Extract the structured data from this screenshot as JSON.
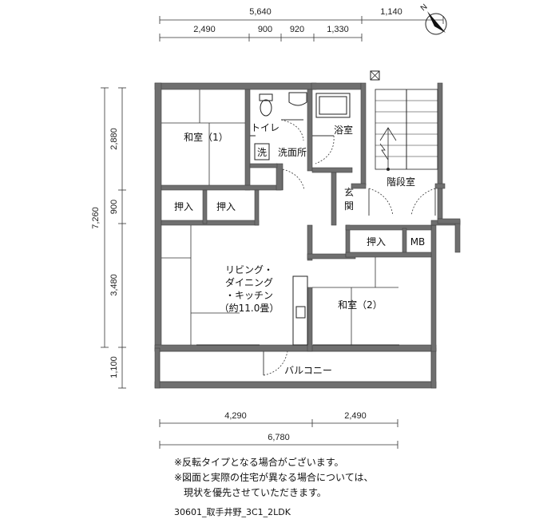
{
  "dimensions": {
    "top_total": "5,640",
    "top_right": "1,140",
    "top_segments": [
      "2,490",
      "900",
      "920",
      "1,330"
    ],
    "left_total": "7,260",
    "left_segments": [
      "2,880",
      "900",
      "3,480",
      "1,100"
    ],
    "bottom_segments": [
      "4,290",
      "2,490"
    ],
    "bottom_total": "6,780"
  },
  "rooms": {
    "washitsu1": "和室（1）",
    "toilet": "トイレ",
    "washer": "洗",
    "washroom": "洗面所",
    "bath": "浴室",
    "stairwell": "階段室",
    "genkan_1": "玄",
    "genkan_2": "関",
    "closet1": "押入",
    "closet2": "押入",
    "closet3": "押入",
    "mb": "MB",
    "ldk_lines": [
      "リビング・",
      "ダイニング",
      "・キッチン",
      "（約11.0畳）"
    ],
    "washitsu2": "和室（2）",
    "balcony": "バルコニー"
  },
  "notes": [
    "※反転タイプとなる場合がございます。",
    "※図面と実際の住宅が異なる場合については、",
    "　現状を優先させていただきます。"
  ],
  "caption": "30601_取手井野_3C1_2LDK",
  "icons": {
    "north": "north-arrow-icon",
    "vent": "ventilation-icon"
  }
}
